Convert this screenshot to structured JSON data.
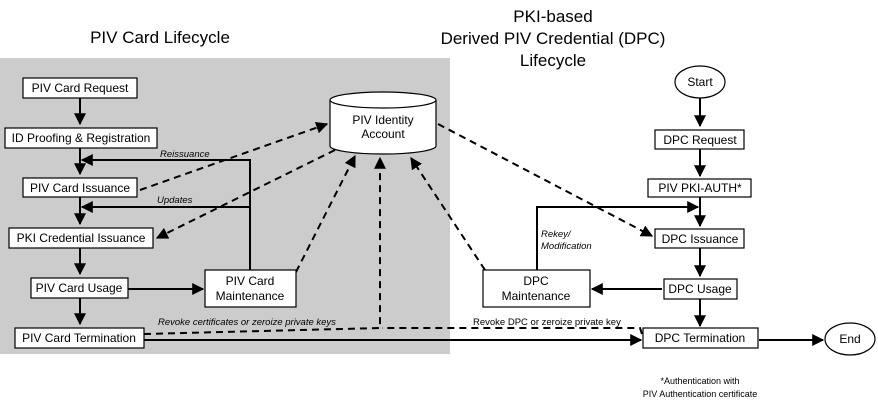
{
  "titles": {
    "left": "PIV Card Lifecycle",
    "right": [
      "PKI-based",
      "Derived PIV Credential (DPC)",
      "Lifecycle"
    ]
  },
  "nodes": {
    "piv_card_request": "PIV Card Request",
    "id_proofing": "ID Proofing & Registration",
    "piv_card_issuance": "PIV Card Issuance",
    "pki_credential_issuance": "PKI Credential Issuance",
    "piv_card_usage": "PIV Card Usage",
    "piv_card_termination": "PIV Card Termination",
    "piv_card_maintenance": [
      "PIV Card",
      "Maintenance"
    ],
    "piv_identity_account": [
      "PIV Identity",
      "Account"
    ],
    "start": "Start",
    "dpc_request": "DPC Request",
    "piv_pki_auth": "PIV PKI-AUTH*",
    "dpc_issuance": "DPC Issuance",
    "dpc_usage": "DPC Usage",
    "dpc_maintenance": [
      "DPC",
      "Maintenance"
    ],
    "dpc_termination": "DPC Termination",
    "end": "End"
  },
  "edge_labels": {
    "reissuance": "Reissuance",
    "updates": "Updates",
    "revoke_piv": "Revoke certificates or zeroize private keys",
    "rekey": [
      "Rekey/",
      "Modification"
    ],
    "revoke_dpc": "Revoke DPC or zeroize private key"
  },
  "footnote": [
    "*Authentication with",
    "PIV Authentication certificate"
  ],
  "colors": {
    "shaded_region": "#cccccc",
    "line": "#000000",
    "box_fill": "#ffffff"
  }
}
